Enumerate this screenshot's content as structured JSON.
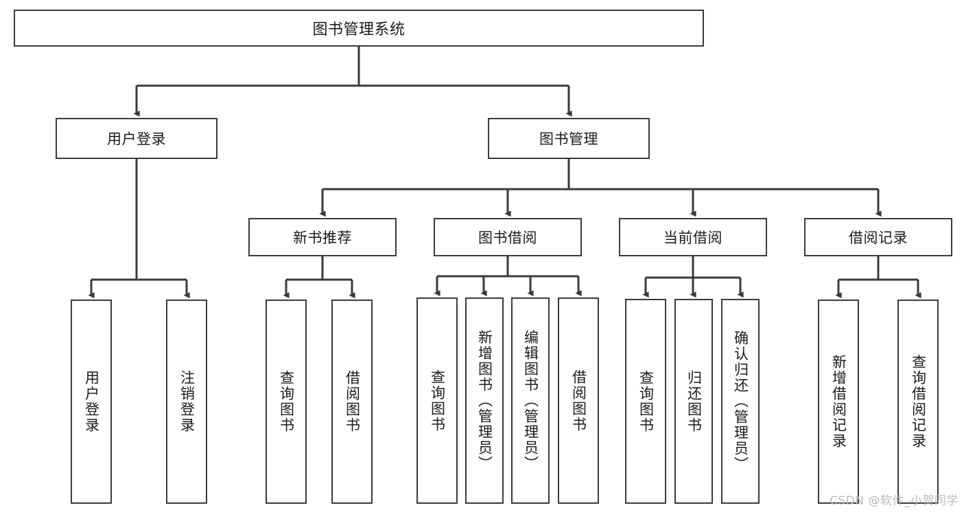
{
  "diagram": {
    "title": "图书管理系统",
    "watermark": "CSDN @软件_小贺同学",
    "stroke_color": "#3a3a3a",
    "fill_color": "#ffffff",
    "text_color": "#1a1a1a",
    "levels": {
      "root": {
        "label": "图书管理系统"
      },
      "level2": [
        {
          "label": "用户登录"
        },
        {
          "label": "图书管理"
        }
      ],
      "level3": [
        {
          "label": "新书推荐"
        },
        {
          "label": "图书借阅"
        },
        {
          "label": "当前借阅"
        },
        {
          "label": "借阅记录"
        }
      ],
      "leaves": [
        {
          "label": "用户登录",
          "parent": "用户登录"
        },
        {
          "label": "注销登录",
          "parent": "用户登录"
        },
        {
          "label": "查询图书",
          "parent": "新书推荐"
        },
        {
          "label": "借阅图书",
          "parent": "新书推荐"
        },
        {
          "label": "查询图书",
          "parent": "图书借阅"
        },
        {
          "label": "新增图书（管理员）",
          "parent": "图书借阅"
        },
        {
          "label": "编辑图书（管理员）",
          "parent": "图书借阅"
        },
        {
          "label": "借阅图书",
          "parent": "图书借阅"
        },
        {
          "label": "查询图书",
          "parent": "当前借阅"
        },
        {
          "label": "归还图书",
          "parent": "当前借阅"
        },
        {
          "label": "确认归还（管理员）",
          "parent": "当前借阅"
        },
        {
          "label": "新增借阅记录",
          "parent": "借阅记录"
        },
        {
          "label": "查询借阅记录",
          "parent": "借阅记录"
        }
      ]
    }
  }
}
